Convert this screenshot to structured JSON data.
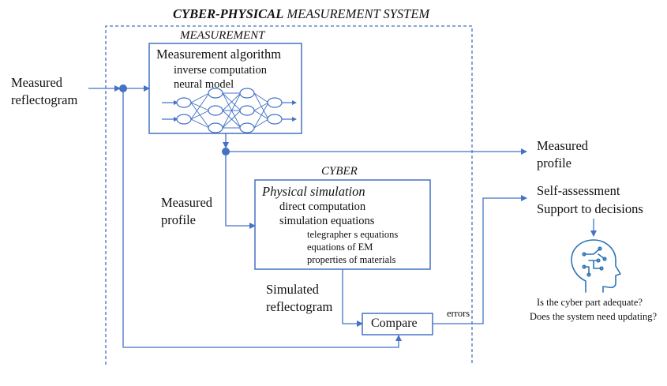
{
  "title": {
    "bold_part": "CYBER-PHYSICAL",
    "rest": " MEASUREMENT SYSTEM"
  },
  "measurement": {
    "heading": "MEASUREMENT",
    "box_title": "Measurement algorithm",
    "line1": "inverse computation",
    "line2": "neural model"
  },
  "input": {
    "line1": "Measured",
    "line2": "reflectogram"
  },
  "output_profile": {
    "line1": "Measured",
    "line2": "profile"
  },
  "cyber": {
    "heading": "CYBER",
    "box_title": "Physical simulation",
    "line1": "direct computation",
    "line2": "simulation equations",
    "sub1": "telegrapher s equations",
    "sub2": "equations of EM",
    "sub3": "properties of materials"
  },
  "measured_profile_label": {
    "line1": "Measured",
    "line2": "profile"
  },
  "simulated_label": {
    "line1": "Simulated",
    "line2": "reflectogram"
  },
  "compare": "Compare",
  "errors": "errors",
  "self_assessment": {
    "line1": "Self-assessment",
    "line2": "Support to decisions"
  },
  "questions": {
    "q1": "Is the cyber part adequate?",
    "q2": "Does the system need updating?"
  },
  "colors": {
    "line": "#4472c4",
    "node": "#4472c4",
    "icon": "#2e75b6"
  },
  "icons": [
    "neural-network-icon",
    "brain-head-icon"
  ]
}
